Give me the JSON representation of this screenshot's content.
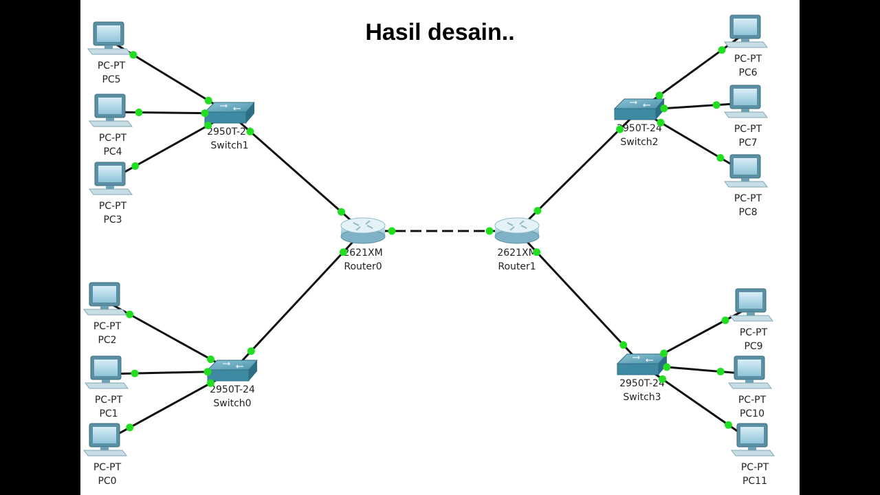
{
  "title": "Hasil desain..",
  "colors": {
    "background": "#000000",
    "canvas": "#ffffff",
    "link": "#111111",
    "port_up": "#22dd22",
    "device": "#2f7f98"
  },
  "routers": [
    {
      "id": "r0",
      "model": "2621XM",
      "name": "Router0"
    },
    {
      "id": "r1",
      "model": "2621XM",
      "name": "Router1"
    }
  ],
  "switches": [
    {
      "id": "s1",
      "model": "2950T-24",
      "name": "Switch1"
    },
    {
      "id": "s2",
      "model": "2950T-24",
      "name": "Switch2"
    },
    {
      "id": "s0",
      "model": "2950T-24",
      "name": "Switch0"
    },
    {
      "id": "s3",
      "model": "2950T-24",
      "name": "Switch3"
    }
  ],
  "pcs": [
    {
      "id": "pc5",
      "type": "PC-PT",
      "name": "PC5"
    },
    {
      "id": "pc4",
      "type": "PC-PT",
      "name": "PC4"
    },
    {
      "id": "pc3",
      "type": "PC-PT",
      "name": "PC3"
    },
    {
      "id": "pc2",
      "type": "PC-PT",
      "name": "PC2"
    },
    {
      "id": "pc1",
      "type": "PC-PT",
      "name": "PC1"
    },
    {
      "id": "pc0",
      "type": "PC-PT",
      "name": "PC0"
    },
    {
      "id": "pc6",
      "type": "PC-PT",
      "name": "PC6"
    },
    {
      "id": "pc7",
      "type": "PC-PT",
      "name": "PC7"
    },
    {
      "id": "pc8",
      "type": "PC-PT",
      "name": "PC8"
    },
    {
      "id": "pc9",
      "type": "PC-PT",
      "name": "PC9"
    },
    {
      "id": "pc10",
      "type": "PC-PT",
      "name": "PC10"
    },
    {
      "id": "pc11",
      "type": "PC-PT",
      "name": "PC11"
    }
  ],
  "links": [
    {
      "from": "r0",
      "to": "r1",
      "style": "dashed"
    },
    {
      "from": "r0",
      "to": "s1",
      "style": "solid"
    },
    {
      "from": "r0",
      "to": "s0",
      "style": "solid"
    },
    {
      "from": "r1",
      "to": "s2",
      "style": "solid"
    },
    {
      "from": "r1",
      "to": "s3",
      "style": "solid"
    },
    {
      "from": "s1",
      "to": "pc5",
      "style": "solid"
    },
    {
      "from": "s1",
      "to": "pc4",
      "style": "solid"
    },
    {
      "from": "s1",
      "to": "pc3",
      "style": "solid"
    },
    {
      "from": "s0",
      "to": "pc2",
      "style": "solid"
    },
    {
      "from": "s0",
      "to": "pc1",
      "style": "solid"
    },
    {
      "from": "s0",
      "to": "pc0",
      "style": "solid"
    },
    {
      "from": "s2",
      "to": "pc6",
      "style": "solid"
    },
    {
      "from": "s2",
      "to": "pc7",
      "style": "solid"
    },
    {
      "from": "s2",
      "to": "pc8",
      "style": "solid"
    },
    {
      "from": "s3",
      "to": "pc9",
      "style": "solid"
    },
    {
      "from": "s3",
      "to": "pc10",
      "style": "solid"
    },
    {
      "from": "s3",
      "to": "pc11",
      "style": "solid"
    }
  ]
}
